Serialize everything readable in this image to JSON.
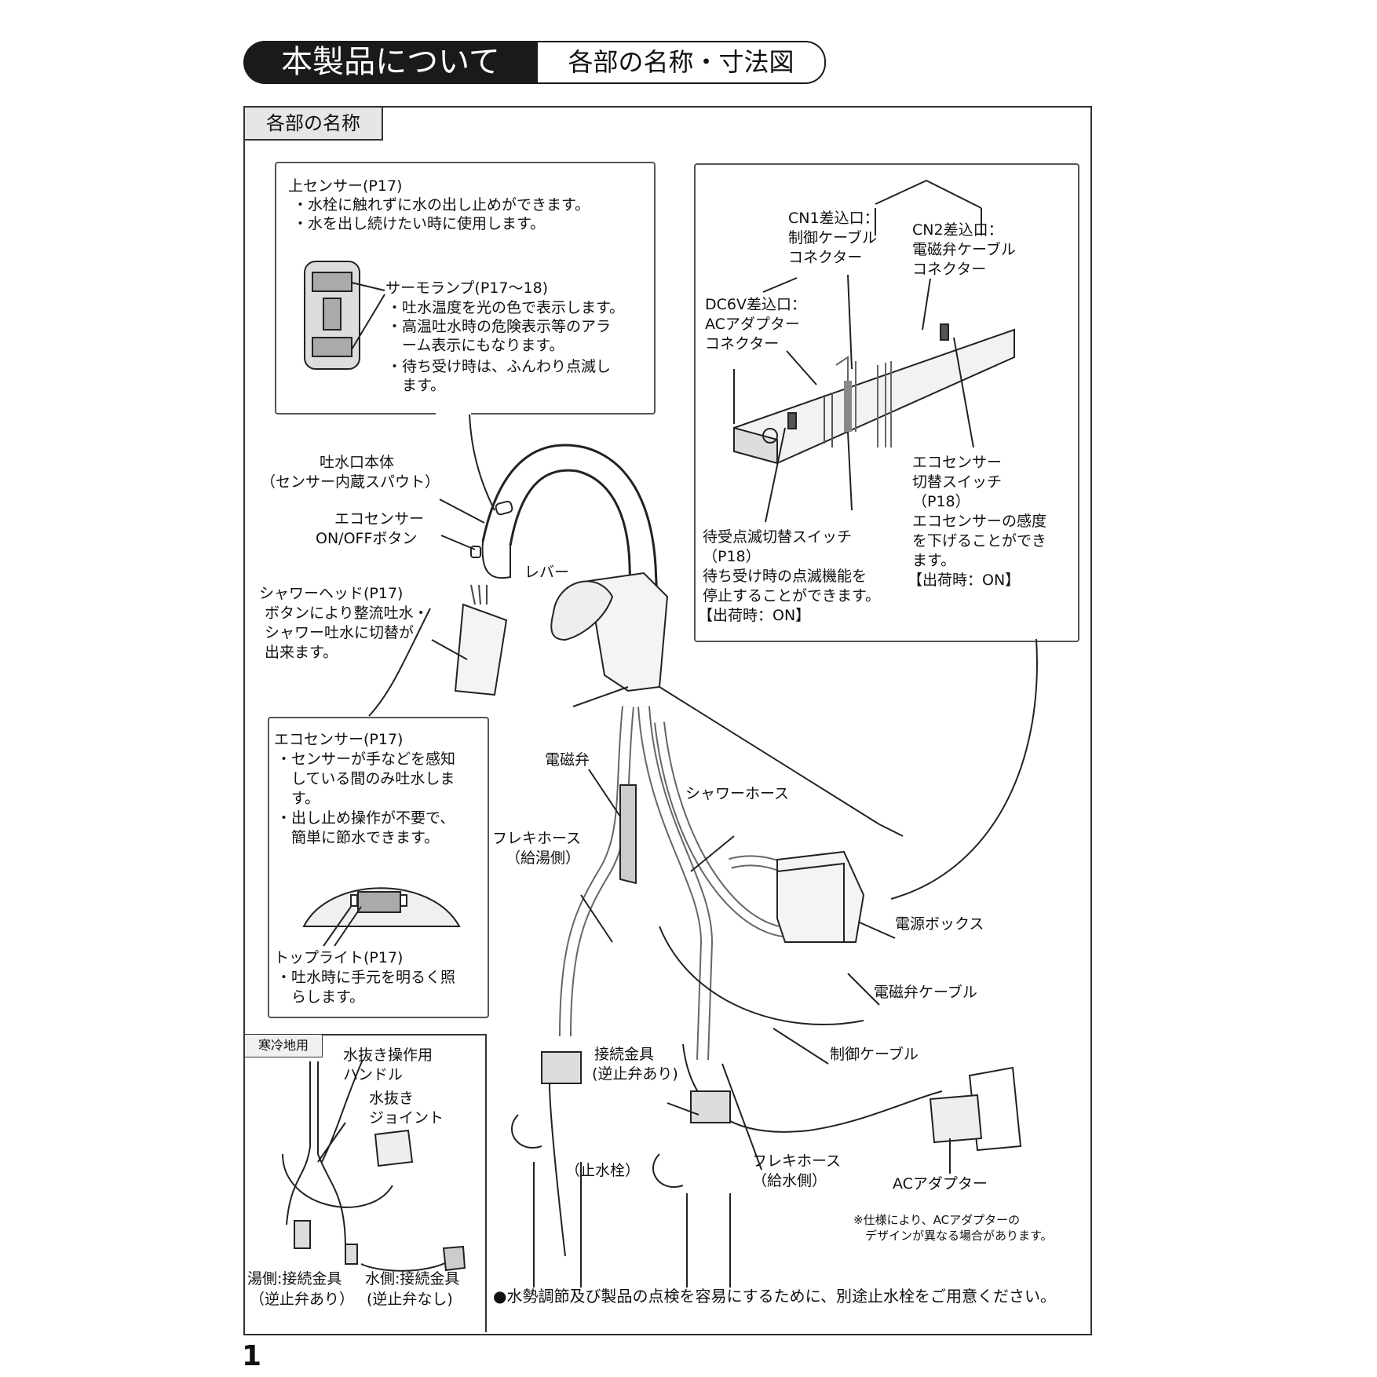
{
  "header": {
    "title": "本製品について",
    "subtitle": "各部の名称・寸法図"
  },
  "section": {
    "label": "各部の名称"
  },
  "upper_sensor": {
    "title": "上センサー(P17)",
    "lines": [
      "・水栓に触れずに水の出し止めができます。",
      "・水を出し続けたい時に使用します。"
    ]
  },
  "thermo_lamp": {
    "title": "サーモランプ(P17～18)",
    "lines": [
      "・吐水温度を光の色で表示します。",
      "・高温吐水時の危険表示等のアラ",
      "　ーム表示にもなります。",
      "・待ち受け時は、ふんわり点滅し",
      "　ます。"
    ]
  },
  "control_box": {
    "cn1": [
      "CN1差込口：",
      "制御ケーブル",
      "コネクター"
    ],
    "cn2": [
      "CN2差込口：",
      "電磁弁ケーブル",
      "コネクター"
    ],
    "dc6v": [
      "DC6V差込口：",
      "ACアダプター",
      "コネクター"
    ],
    "eco_switch": [
      "エコセンサー",
      "切替スイッチ",
      "（P18）",
      "エコセンサーの感度",
      "を下げることができ",
      "ます。",
      "【出荷時：ON】"
    ],
    "standby_switch": [
      "待受点滅切替スイッチ",
      "（P18）",
      "待ち受け時の点滅機能を",
      "停止することができます。",
      "【出荷時：ON】"
    ]
  },
  "faucet": {
    "spout": [
      "吐水口本体",
      "（センサー内蔵スパウト）"
    ],
    "eco_button": [
      "エコセンサー",
      "ON/OFFボタン"
    ],
    "lever": "レバー",
    "shower_head": [
      "シャワーヘッド(P17)",
      "ボタンにより整流吐水・",
      "シャワー吐水に切替が",
      "出来ます。"
    ]
  },
  "eco_sensor": {
    "title": "エコセンサー(P17)",
    "lines": [
      "・センサーが手などを感知",
      "　している間のみ吐水しま",
      "　す。",
      "・出し止め操作が不要で、",
      "　簡単に節水できます。"
    ]
  },
  "top_light": {
    "title": "トップライト(P17)",
    "lines": [
      "・吐水時に手元を明るく照",
      "　らします。"
    ]
  },
  "parts": {
    "solenoid": "電磁弁",
    "shower_hose": "シャワーホース",
    "flex_hot": [
      "フレキホース",
      "（給湯側）"
    ],
    "power_box": "電源ボックス",
    "solenoid_cable": "電磁弁ケーブル",
    "control_cable": "制御ケーブル",
    "fitting": [
      "接続金具",
      "(逆止弁あり)"
    ],
    "stop_valve": "（止水栓）",
    "flex_cold": [
      "フレキホース",
      "（給水側）"
    ],
    "ac_adapter": "ACアダプター"
  },
  "note_adapter": [
    "※仕様により、ACアダプターの",
    "　デザインが異なる場合があります。"
  ],
  "cold_region": {
    "label": "寒冷地用",
    "drain_handle": [
      "水抜き操作用",
      "ハンドル"
    ],
    "drain_joint": [
      "水抜き",
      "ジョイント"
    ],
    "hot_side": [
      "湯側:接続金具",
      "（逆止弁あり）"
    ],
    "cold_side": [
      "水側:接続金具",
      "(逆止弁なし)"
    ]
  },
  "footer_note": "●水勢調節及び製品の点検を容易にするために、別途止水栓をご用意ください。",
  "page_number": "1"
}
